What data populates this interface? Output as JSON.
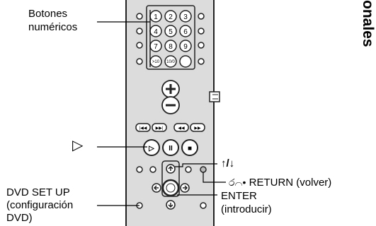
{
  "labels": {
    "numeric_buttons_line1": "Botones",
    "numeric_buttons_line2": "numéricos",
    "play_symbol": "▷",
    "arrows": "↑/↓",
    "return_label": "RETURN (volver)",
    "enter_line1": "ENTER",
    "enter_line2": "(introducir)",
    "dvd_setup_line1": "DVD SET UP",
    "dvd_setup_line2": "(configuración",
    "dvd_setup_line3": "DVD)"
  },
  "side_tab": "onales",
  "remote": {
    "number_keys": [
      "1",
      "2",
      "3",
      "4",
      "5",
      "6",
      "7",
      "8",
      "9"
    ],
    "extra_keys": [
      ">10",
      "10/0"
    ],
    "transport_keys_row1": [
      "|◀◀",
      "▶▶|",
      "◀◀",
      "▶▶"
    ],
    "transport_keys_row2": [
      "▷",
      "II",
      "■"
    ]
  },
  "colors": {
    "body": "#dcdcdc",
    "body_edge": "#222222",
    "line": "#000000"
  }
}
